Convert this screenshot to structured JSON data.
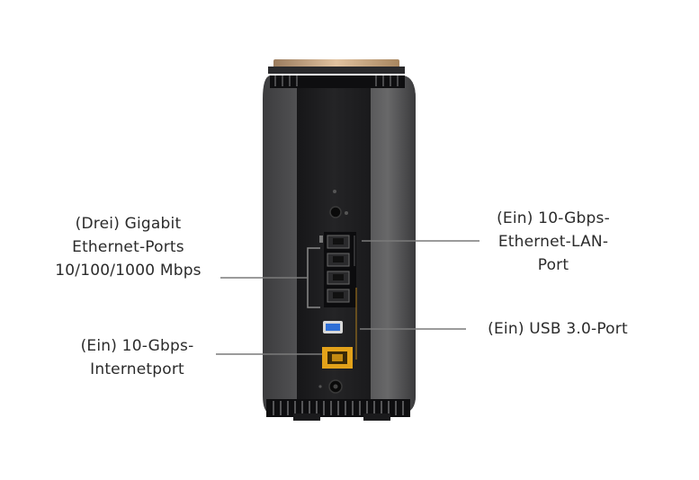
{
  "callouts": {
    "gigabit_ports": {
      "lines": [
        "(Drei) Gigabit",
        "Ethernet-Ports",
        "10/100/1000 Mbps"
      ]
    },
    "lan_port": {
      "lines": [
        "(Ein) 10-Gbps-",
        "Ethernet-LAN-",
        "Port"
      ]
    },
    "usb_port": {
      "lines": [
        "(Ein) USB 3.0-Port"
      ]
    },
    "internet_port": {
      "lines": [
        "(Ein) 10-Gbps-",
        "Internetport"
      ]
    }
  },
  "colors": {
    "body_dark": "#1f1f21",
    "side_panel": "#5a5a5c",
    "internet_port": "#e3a21a",
    "usb_blue": "#2f6fd6",
    "leader_line": "#7a7a7a",
    "top_cap": "#c9a27a"
  }
}
